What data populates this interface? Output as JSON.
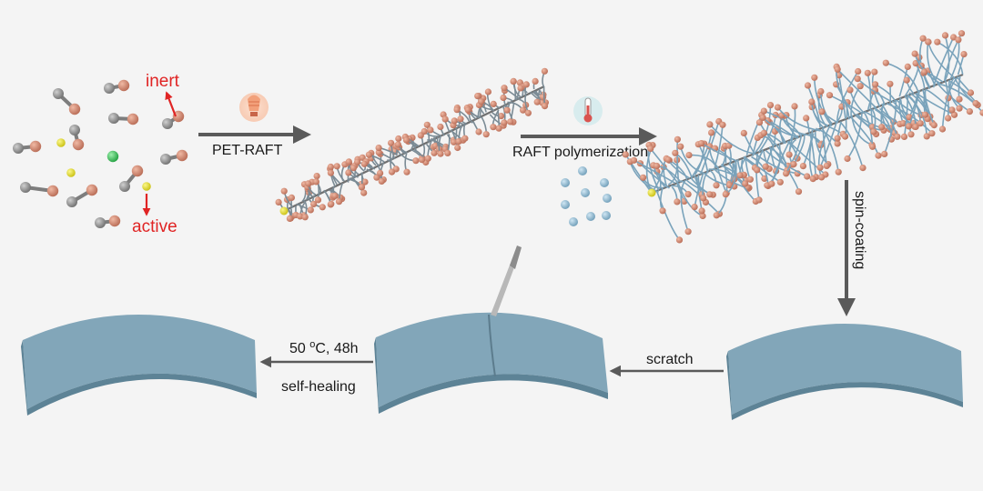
{
  "labels": {
    "inert": "inert",
    "active": "active",
    "pet_raft": "PET-RAFT",
    "raft_polymerization": "RAFT polymerization",
    "spin_coating": "spin-coating",
    "scratch": "scratch",
    "heal_temp_prefix": "50 ",
    "heal_temp_sup": "o",
    "heal_temp_suffix": "C, 48h",
    "self_healing": "self-healing"
  },
  "colors": {
    "background": "#f4f4f4",
    "arrow": "#5a5a5a",
    "red_annotation": "#e02424",
    "film": "#7fa3b6",
    "film_edge": "#5d8396",
    "bead_orange": "#d08a72",
    "bead_grey": "#8d8d8d",
    "bead_yellow": "#e6e022",
    "bead_green": "#3bc35c",
    "monomer_blue": "#8cb6cf",
    "chain_blue": "#7aa3bb"
  },
  "icons": {
    "light": "light-bulb-icon",
    "heat": "thermometer-icon"
  }
}
